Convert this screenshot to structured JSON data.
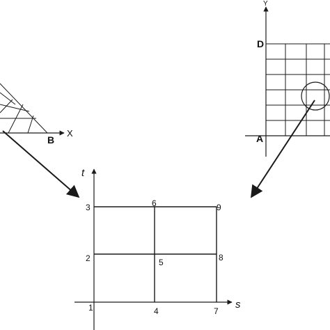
{
  "left_grid": {
    "x_axis_label": "X",
    "corner_label": "B"
  },
  "right_grid": {
    "y_axis_label": "Y",
    "top_corner_label": "D",
    "bottom_corner_label": "A"
  },
  "center_grid": {
    "s_axis_label": "s",
    "t_axis_label": "t",
    "nodes": {
      "n1": "1",
      "n2": "2",
      "n3": "3",
      "n4": "4",
      "n5": "5",
      "n6": "6",
      "n7": "7",
      "n8": "8",
      "n9": "9"
    }
  }
}
